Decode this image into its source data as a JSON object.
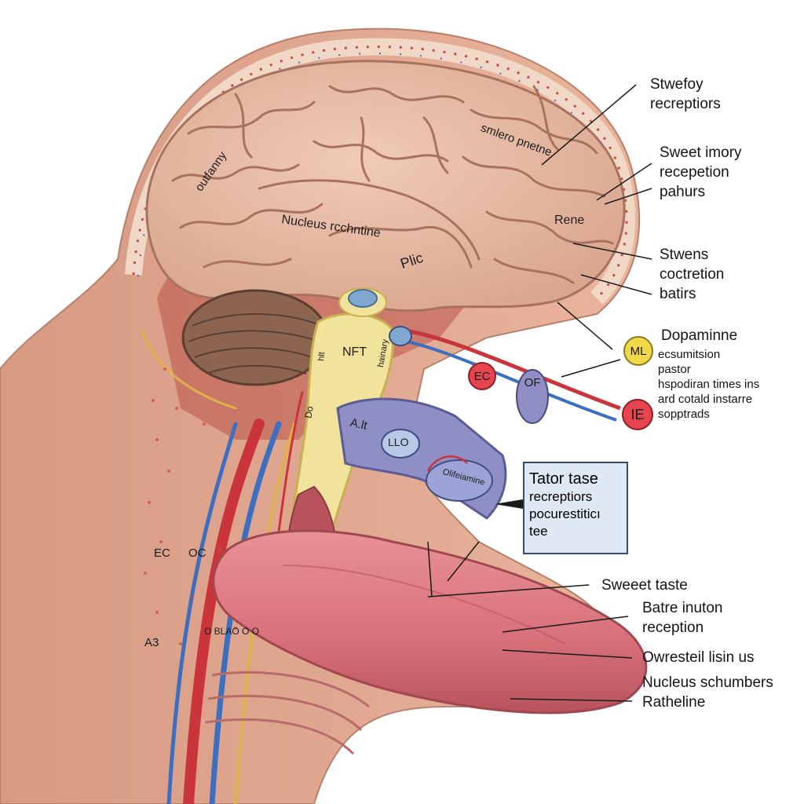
{
  "labels": {
    "stwefoy": [
      "Stwefoy",
      "recreptiors"
    ],
    "sweet_imory": [
      "Sweet imory",
      "recepetion",
      "pahurs"
    ],
    "stwens": [
      "Stwens",
      "coctretion",
      "batirs"
    ],
    "dopaminne": "Dopaminne",
    "dopaminne_sub": [
      "ecsumitsion",
      "pastor",
      "hspodiran times ins",
      "ard cotald instarre",
      "sopptrads"
    ],
    "sweeet_taste": "Sweeet taste",
    "batre_inuton": [
      "Batre inuton",
      "reception"
    ],
    "owresteil": "Owresteil lisin us",
    "nucleus_schumbers": [
      "Nucleus schumbers",
      "Ratheline"
    ]
  },
  "inbox": {
    "title": "Tator tase",
    "lines": [
      "recreptiors",
      "pocurestiticı",
      "tee"
    ]
  },
  "brain_text": {
    "outfanny": "outfanny",
    "smlero": "smlero pnetne",
    "nucleus": "Nucleus rcchntine",
    "plic": "Plic",
    "rene": "Rene",
    "nft": "NFT",
    "hainary": "hainary",
    "hlt": "hlt",
    "alt": "A.lt",
    "do": "Do",
    "llo": "LLO",
    "olifeiamine": "Olifeiamine",
    "oc": "OC",
    "ec_left": "EC",
    "a3": "A3",
    "blao": "O BLAO O O",
    "ec": "EC",
    "of": "OF",
    "ml": "ML",
    "ie": "IE"
  },
  "colors": {
    "skin": "#e4a88f",
    "skin_dark": "#c98a73",
    "brain": "#e7bba4",
    "brain_fold": "#a8725e",
    "cerebellum": "#8d6450",
    "tongue": "#d9747a",
    "nerve_yellow": "#f1e39b",
    "nerve_purple": "#8f8fc6",
    "artery_red": "#c9353a",
    "vein_blue": "#3d6fc0",
    "box_fill": "#dfe8f5"
  }
}
